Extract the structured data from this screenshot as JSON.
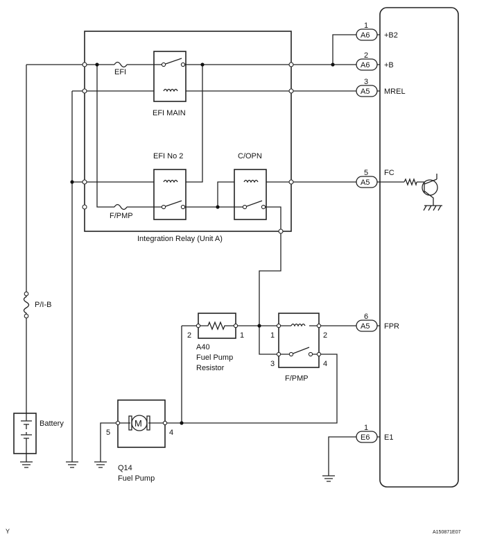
{
  "ecm": {
    "pins": [
      {
        "num": "1",
        "conn": "A6",
        "sig": "+B2"
      },
      {
        "num": "2",
        "conn": "A6",
        "sig": "+B"
      },
      {
        "num": "3",
        "conn": "A5",
        "sig": "MREL"
      },
      {
        "num": "5",
        "conn": "A5",
        "sig": "FC"
      },
      {
        "num": "6",
        "conn": "A5",
        "sig": "FPR"
      },
      {
        "num": "1",
        "conn": "E6",
        "sig": "E1"
      }
    ]
  },
  "relay": {
    "label": "Integration Relay (Unit A)",
    "fuse_efi": "EFI",
    "efi_main": "EFI MAIN",
    "efi_no2": "EFI No  2",
    "copn": "C/OPN",
    "fuse_fpmp": "F/PMP"
  },
  "fuse_pib": "P/I-B",
  "battery": "Battery",
  "resistor": {
    "id": "A40",
    "name1": "Fuel Pump",
    "name2": "Resistor",
    "pin_left": "2",
    "pin_right": "1"
  },
  "fpmp_relay": {
    "label": "F/PMP",
    "p1": "1",
    "p2": "2",
    "p3": "3",
    "p4": "4"
  },
  "pump": {
    "id": "Q14",
    "name": "Fuel Pump",
    "pin_left": "5",
    "pin_right": "4",
    "motor": "M"
  },
  "footer": {
    "left": "Y",
    "right": "A150871E07"
  }
}
